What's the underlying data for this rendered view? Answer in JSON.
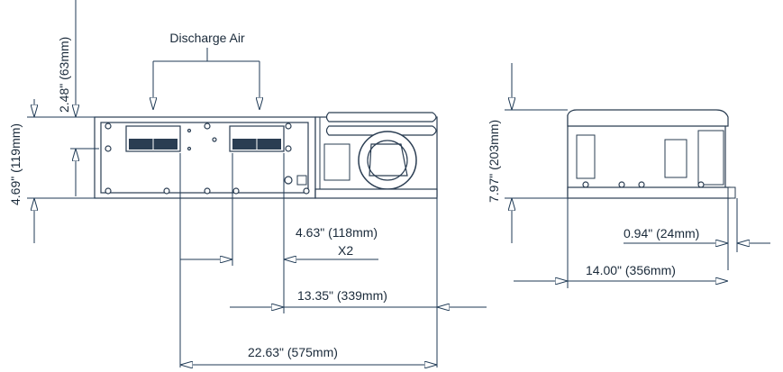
{
  "labels": {
    "discharge_air": "Discharge Air",
    "dim_height_top": "2.48\" (63mm)",
    "dim_height_side": "4.69\" (119mm)",
    "dim_spacing": "4.63\" (118mm)",
    "dim_spacing_qty": "X2",
    "dim_offset": "13.35\" (339mm)",
    "dim_total_width": "22.63\" (575mm)",
    "dim_side_height": "7.97\" (203mm)",
    "dim_side_lip": "0.94\" (24mm)",
    "dim_side_depth": "14.00\" (356mm)"
  },
  "colors": {
    "line": "#1f3a55",
    "unit": "#2a3d52"
  }
}
